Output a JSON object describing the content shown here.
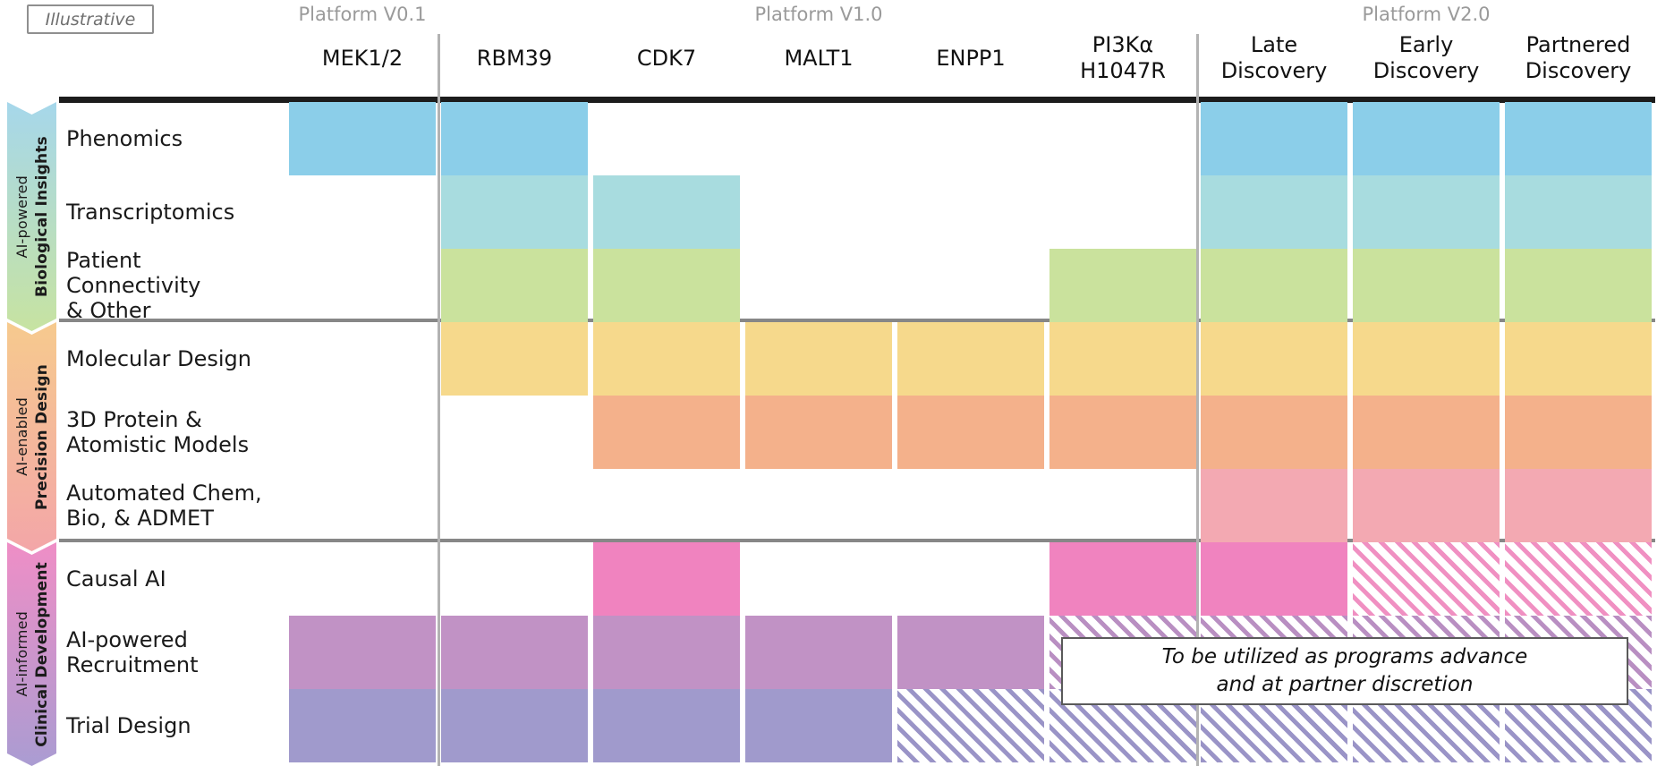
{
  "badge": {
    "label": "Illustrative"
  },
  "platforms": [
    {
      "label": "Platform V0.1",
      "col_start": 0,
      "col_span": 1
    },
    {
      "label": "Platform V1.0",
      "col_start": 1,
      "col_span": 5
    },
    {
      "label": "Platform V2.0",
      "col_start": 6,
      "col_span": 3
    }
  ],
  "columns": [
    "MEK1/2",
    "RBM39",
    "CDK7",
    "MALT1",
    "ENPP1",
    "PI3Kα\nH1047R",
    "Late\nDiscovery",
    "Early\nDiscovery",
    "Partnered\nDiscovery"
  ],
  "sections": [
    {
      "tag": "AI-powered",
      "name": "Biological Insights",
      "gradient_top": "#A6D7EB",
      "gradient_bottom": "#C7E3A1",
      "rows": [
        {
          "label": "Phenomics",
          "color": "#8BCEE9",
          "cells": [
            "solid",
            "solid",
            "",
            "",
            "",
            "",
            "solid",
            "solid",
            "solid"
          ]
        },
        {
          "label": "Transcriptomics",
          "color": "#A8DCDF",
          "cells": [
            "",
            "solid",
            "solid",
            "",
            "",
            "",
            "solid",
            "solid",
            "solid"
          ]
        },
        {
          "label": "Patient Connectivity\n& Other",
          "color": "#CAE29D",
          "cells": [
            "",
            "solid",
            "solid",
            "",
            "",
            "solid",
            "solid",
            "solid",
            "solid"
          ]
        }
      ]
    },
    {
      "tag": "AI-enabled",
      "name": "Precision Design",
      "gradient_top": "#F6CA8E",
      "gradient_bottom": "#F3A6A8",
      "rows": [
        {
          "label": "Molecular Design",
          "color": "#F6D98C",
          "cells": [
            "",
            "solid",
            "solid",
            "solid",
            "solid",
            "solid",
            "solid",
            "solid",
            "solid"
          ]
        },
        {
          "label": "3D Protein &\nAtomistic Models",
          "color": "#F4B18B",
          "cells": [
            "",
            "",
            "solid",
            "solid",
            "solid",
            "solid",
            "solid",
            "solid",
            "solid"
          ]
        },
        {
          "label": "Automated Chem,\nBio, & ADMET",
          "color": "#F3A9B2",
          "cells": [
            "",
            "",
            "",
            "",
            "",
            "",
            "solid",
            "solid",
            "solid"
          ]
        }
      ]
    },
    {
      "tag": "AI-informed",
      "name": "Clinical Development",
      "gradient_top": "#EF8EC6",
      "gradient_bottom": "#AA9CD2",
      "rows": [
        {
          "label": "Causal AI",
          "color": "#F083BF",
          "stripe": "#F090C2",
          "cells": [
            "",
            "",
            "solid",
            "",
            "",
            "solid",
            "solid",
            "hatch",
            "hatch"
          ]
        },
        {
          "label": "AI-powered\nRecruitment",
          "color": "#C192C5",
          "stripe": "#B98FC2",
          "cells": [
            "solid",
            "solid",
            "solid",
            "solid",
            "solid",
            "hatch",
            "hatch",
            "hatch",
            "hatch"
          ]
        },
        {
          "label": "Trial Design",
          "color": "#A09ACC",
          "stripe": "#9A94C7",
          "cells": [
            "solid",
            "solid",
            "solid",
            "solid",
            "hatch",
            "hatch",
            "hatch",
            "hatch",
            "hatch"
          ]
        }
      ]
    }
  ],
  "note": {
    "line1": "To be utilized as programs advance",
    "line2": "and at partner discretion"
  }
}
